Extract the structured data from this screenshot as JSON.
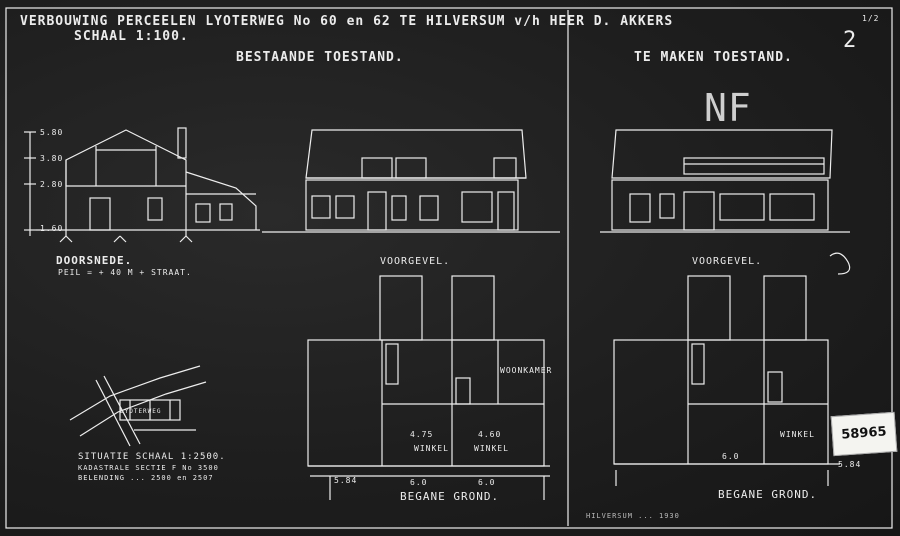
{
  "drawing": {
    "title": "VERBOUWING PERCEELEN LYOTERWEG No 60 en 62 TE HILVERSUM v/h HEER D. AKKERS",
    "scale": "SCHAAL 1:100.",
    "sheet_number": "2",
    "corner_mark": "1/2",
    "sheet_initials": "NF",
    "existing_state": "BESTAANDE TOESTAND.",
    "new_state": "TE MAKEN TOESTAND."
  },
  "section": {
    "title": "DOORSNEDE.",
    "note": "PEIL = + 40 M + STRAAT.",
    "levels": [
      "5.80",
      "3.80",
      "2.80",
      "1.60"
    ]
  },
  "elevations": {
    "existing_label": "VOORGEVEL.",
    "new_label": "VOORGEVEL."
  },
  "plans": {
    "existing_label": "BEGANE GROND.",
    "new_label": "BEGANE GROND.",
    "rooms_existing": [
      "WOONKAMER",
      "WINKEL",
      "WINKEL"
    ],
    "rooms_new": [
      "WINKEL"
    ],
    "dims_existing": [
      "4.75",
      "4.60",
      "5.84",
      "6.0",
      "6.0"
    ],
    "dims_new": [
      "5.84",
      "6.0"
    ]
  },
  "situation": {
    "title": "SITUATIE SCHAAL 1:2500.",
    "lines": [
      "KADASTRALE SECTIE F No 3500",
      "BELENDING ... 2500 en 2507"
    ],
    "street": "LYOTERWEG"
  },
  "archive_stamp": "58965",
  "footer_note": "HILVERSUM ... 1930"
}
